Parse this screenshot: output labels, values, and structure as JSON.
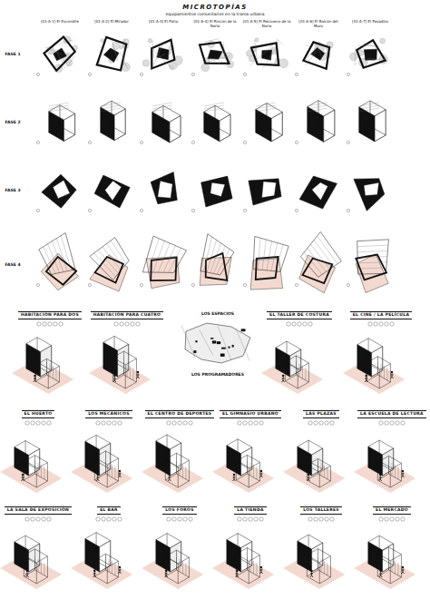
{
  "diagram": {
    "title": "MICROTOPÍAS",
    "nodes": [
      {
        "text": [
          "HABITACIÓN PARA DOS"
        ]
      },
      {
        "text": [
          "HABITACIÓN PARA CUATRO"
        ]
      },
      {
        "text": [
          "EL TALLER DE COSTURA"
        ]
      },
      {
        "text": [
          "EL CINE / LA PELÍCULA"
        ]
      },
      {
        "text": [
          "EL HUERTO"
        ]
      },
      {
        "text": [
          "LOS MECÁNICOS"
        ]
      },
      {
        "text": [
          "EL CENTRO DE DEPORTES"
        ]
      },
      {
        "text": [
          "EL GIMNASIO URBANO"
        ]
      },
      {
        "text": [
          "LAS PLAZAS"
        ]
      },
      {
        "text": [
          "LA ESCUELA DE LECTURA"
        ]
      },
      {
        "text": [
          "LA SALA DE EXPOSICIÓN"
        ]
      },
      {
        "text": [
          "EL BAR"
        ]
      },
      {
        "text": [
          "LOS FOROS"
        ]
      },
      {
        "text": [
          "LA TIENDA"
        ]
      },
      {
        "text": [
          "LOS TALLERES"
        ]
      },
      {
        "text": [
          "EL MERCADO"
        ]
      }
    ],
    "labels": [
      "equipamientos comunitarios en la trama urbana",
      "[01-A-1] El Escondite",
      "[01-A-2] El Mirador",
      "[01-A-3] El Patio",
      "[01-A-4] El Rincón de la Noria",
      "[01-A-5] El Recoveco de la Noria",
      "[01-A-6] El Balcón del Muro",
      "[01-A-7] El Pasadizo",
      "FASE 1",
      "FASE 2",
      "FASE 3",
      "FASE 4",
      "LOS ESPACIOS",
      "LOS PROGRAMADORES"
    ]
  }
}
